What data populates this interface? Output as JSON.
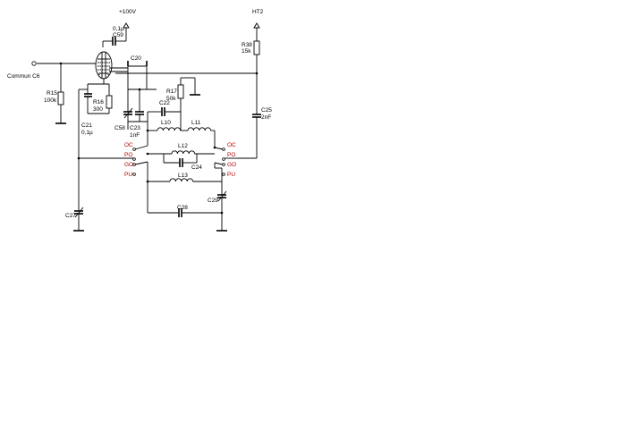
{
  "supplies": {
    "b_plus": "+100V",
    "ht2": "HT2"
  },
  "input": {
    "label": "Commun C6"
  },
  "components": {
    "C59_top": {
      "ref": "C59",
      "value": "0,1µ"
    },
    "C20": {
      "ref": "C20"
    },
    "R38": {
      "ref": "R38",
      "value": "15k"
    },
    "R15": {
      "ref": "R15",
      "value": "100k"
    },
    "R16": {
      "ref": "R16",
      "value": "300"
    },
    "C21": {
      "ref": "C21",
      "value": "0,1µ"
    },
    "R17": {
      "ref": "R17",
      "value": "50k"
    },
    "C22": {
      "ref": "C22"
    },
    "L10": {
      "ref": "L10"
    },
    "L11": {
      "ref": "L11"
    },
    "C58": {
      "ref": "C58"
    },
    "C23": {
      "ref": "C23",
      "value": "1nF"
    },
    "C25": {
      "ref": "C25",
      "value": "2nF"
    },
    "L12": {
      "ref": "L12"
    },
    "C24": {
      "ref": "C24"
    },
    "L13": {
      "ref": "L13"
    },
    "C29": {
      "ref": "C29"
    },
    "C28": {
      "ref": "C28"
    },
    "C27": {
      "ref": "C27"
    }
  },
  "switch_left": {
    "oc": "OC",
    "po": "PO",
    "go": "GO",
    "pu": "PU"
  },
  "switch_right": {
    "oc": "OC",
    "po": "PO",
    "go": "GO",
    "pu": "PU"
  },
  "colors": {
    "wire": "#000000",
    "switch_label": "#b00000",
    "background": "#ffffff"
  }
}
